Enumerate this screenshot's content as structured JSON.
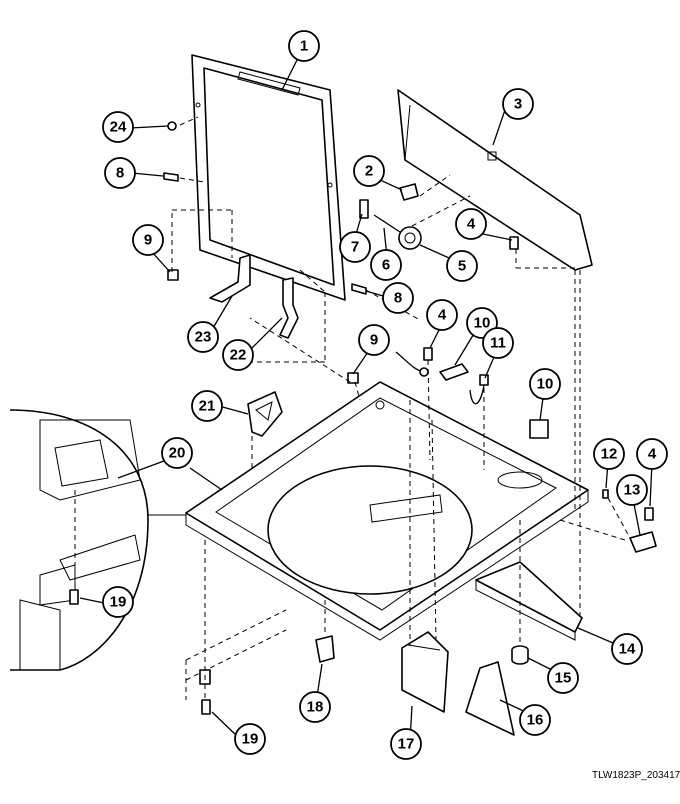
{
  "diagram": {
    "drawing_code": "TLW1823P_203417",
    "callouts": [
      {
        "id": "c1",
        "label": "1"
      },
      {
        "id": "c2",
        "label": "2"
      },
      {
        "id": "c3",
        "label": "3"
      },
      {
        "id": "c4a",
        "label": "4"
      },
      {
        "id": "c5",
        "label": "5"
      },
      {
        "id": "c6",
        "label": "6"
      },
      {
        "id": "c7",
        "label": "7"
      },
      {
        "id": "c8a",
        "label": "8"
      },
      {
        "id": "c8b",
        "label": "8"
      },
      {
        "id": "c9a",
        "label": "9"
      },
      {
        "id": "c9b",
        "label": "9"
      },
      {
        "id": "c4b",
        "label": "4"
      },
      {
        "id": "c10a",
        "label": "10"
      },
      {
        "id": "c11",
        "label": "11"
      },
      {
        "id": "c10b",
        "label": "10"
      },
      {
        "id": "c12",
        "label": "12"
      },
      {
        "id": "c4c",
        "label": "4"
      },
      {
        "id": "c13",
        "label": "13"
      },
      {
        "id": "c14",
        "label": "14"
      },
      {
        "id": "c15",
        "label": "15"
      },
      {
        "id": "c16",
        "label": "16"
      },
      {
        "id": "c17",
        "label": "17"
      },
      {
        "id": "c18",
        "label": "18"
      },
      {
        "id": "c19a",
        "label": "19"
      },
      {
        "id": "c19b",
        "label": "19"
      },
      {
        "id": "c20",
        "label": "20"
      },
      {
        "id": "c21",
        "label": "21"
      },
      {
        "id": "c22",
        "label": "22"
      },
      {
        "id": "c23",
        "label": "23"
      },
      {
        "id": "c24",
        "label": "24"
      }
    ]
  }
}
